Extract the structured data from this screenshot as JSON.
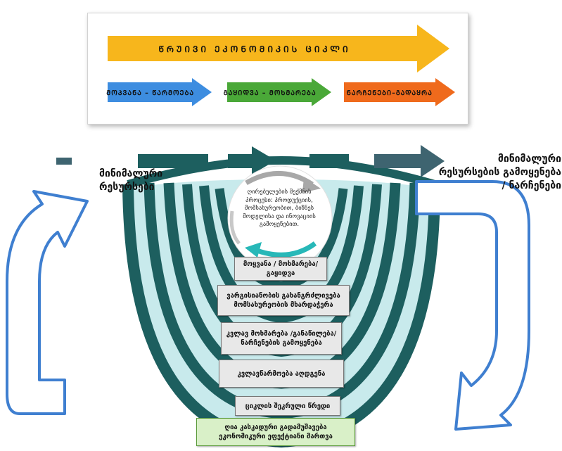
{
  "banner": {
    "main_label": "ᲬᲠᲣᲘᲕᲘ ᲔᲙᲝᲜᲝᲛᲘᲙᲘᲡ ᲪᲘᲙᲚᲘ",
    "steps": [
      {
        "label": "ᲛᲝᲞᲕᲐᲜᲐ – ᲬᲐᲠᲛᲝᲔᲑᲐ",
        "color": "#3d8de0"
      },
      {
        "label": "ᲒᲐᲧᲘᲓᲕᲐ – ᲛᲝᲮᲛᲐᲠᲔᲑᲐ",
        "color": "#4aa838"
      },
      {
        "label": "ᲜᲐᲠᲩᲔᲜᲔᲑᲘ–ᲒᲐᲓᲐᲧᲠᲐ",
        "color": "#ef6a1c"
      }
    ],
    "main_color": "#f7b61c"
  },
  "side": {
    "left_label": "მინიმალური რესურსები",
    "right_label": "მინიმალური რესურსების გამოყენება / ნარჩენები"
  },
  "center": {
    "text": "ღირებულების შექმნის პროცესი: პროდუქციის, მომსახურეობით, ბიზნეს მოდელისა და ინოვაციის გამოყენებით."
  },
  "levels": [
    {
      "label": "მოყვანა / მოხმარება/ გაყიდვა"
    },
    {
      "label": "ვარგისიანობის გახანგრძლივება მომსახურეობის მხარდაჭერა"
    },
    {
      "label": "კვლავ მოხმარება /განაწილება/ ნარჩენების გამოყენება"
    },
    {
      "label": "კვლავწარმოება აღდგენა"
    },
    {
      "label": "ციკლის შეკრული წრედი"
    },
    {
      "label": "ღია კასკადური გადამუშავება ეკონომიკური ეფექტიანი მართვა"
    }
  ],
  "colors": {
    "ring_dark": "#1d5f5f",
    "ring_light": "#c8eaec",
    "return_arrow": "#3f7fd0",
    "flow_arrow": "#3e6470"
  }
}
